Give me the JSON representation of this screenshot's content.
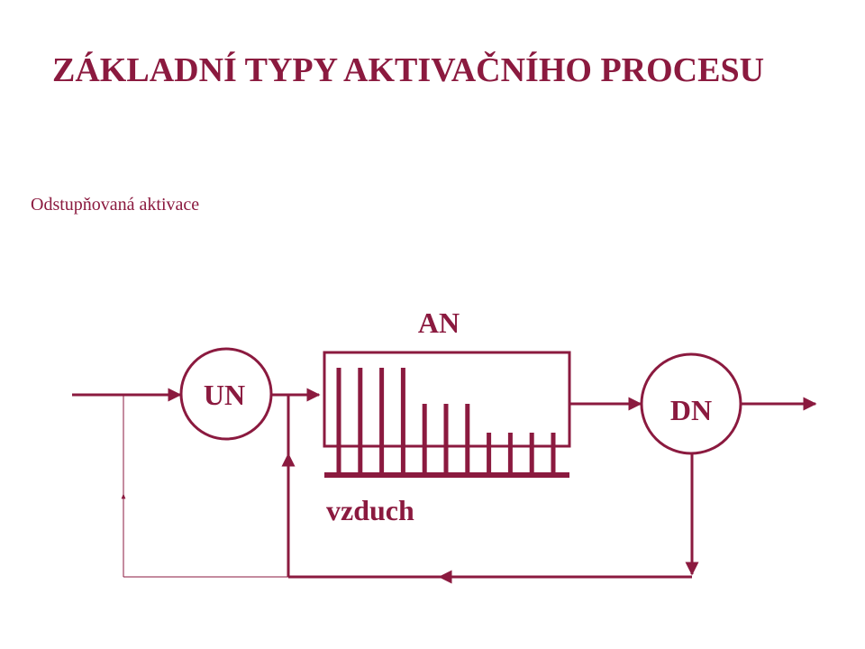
{
  "title": "ZÁKLADNÍ TYPY AKTIVAČNÍHO PROCESU",
  "subtitle": "Odstupňovaná aktivace",
  "diagram": {
    "tank_label": "AN",
    "primary_clarifier_label": "UN",
    "secondary_clarifier_label": "DN",
    "air_label": "vzduch",
    "aeration_levels": [
      "high",
      "high",
      "high",
      "high",
      "medium",
      "medium",
      "medium",
      "low",
      "low",
      "low",
      "low"
    ]
  },
  "colors": {
    "accent": "#8b1a3f",
    "background": "#ffffff"
  }
}
